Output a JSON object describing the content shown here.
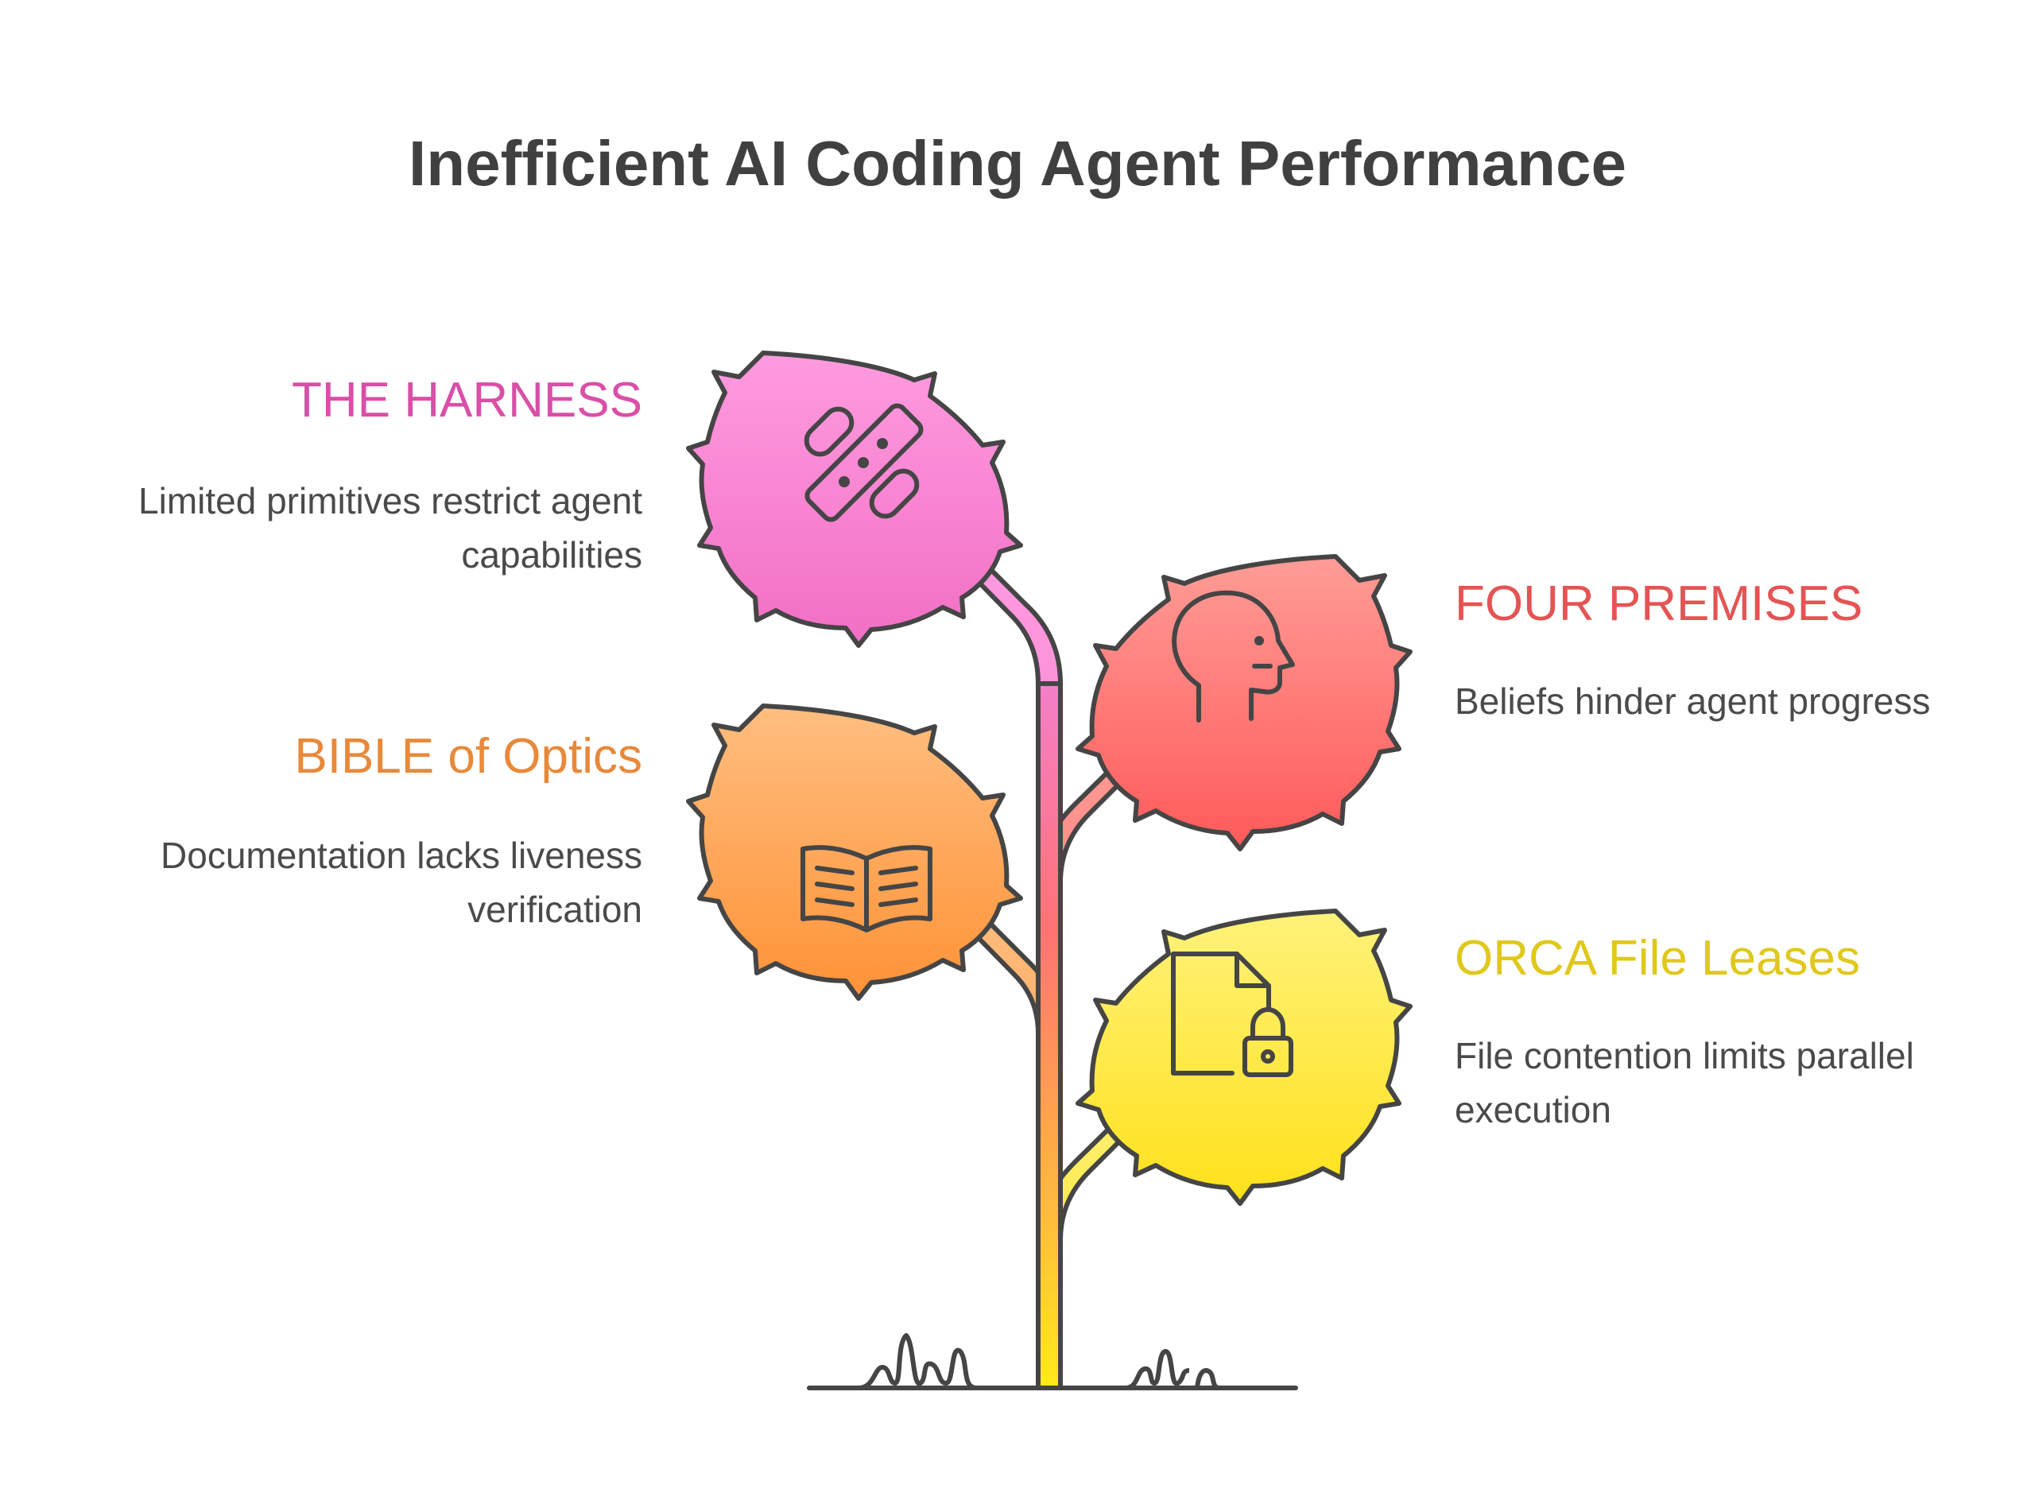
{
  "title": "Inefficient AI Coding Agent Performance",
  "items": [
    {
      "label": "THE HARNESS",
      "description": "Limited primitives restrict agent capabilities",
      "color": "#d94fa8",
      "icon": "bandage-icon"
    },
    {
      "label": "FOUR PREMISES",
      "description": "Beliefs hinder agent progress",
      "color": "#e45454",
      "icon": "thinking-head-icon"
    },
    {
      "label": "BIBLE of Optics",
      "description": "Documentation lacks liveness verification",
      "color": "#e8893a",
      "icon": "open-book-icon"
    },
    {
      "label": "ORCA File Leases",
      "description": "File contention limits parallel execution",
      "color": "#e0c81c",
      "icon": "locked-file-icon"
    }
  ],
  "palette": {
    "pink": "#f47fc9",
    "red": "#ff6f6f",
    "orange": "#ff9f50",
    "yellow": "#ffe94a",
    "outline": "#454545"
  }
}
